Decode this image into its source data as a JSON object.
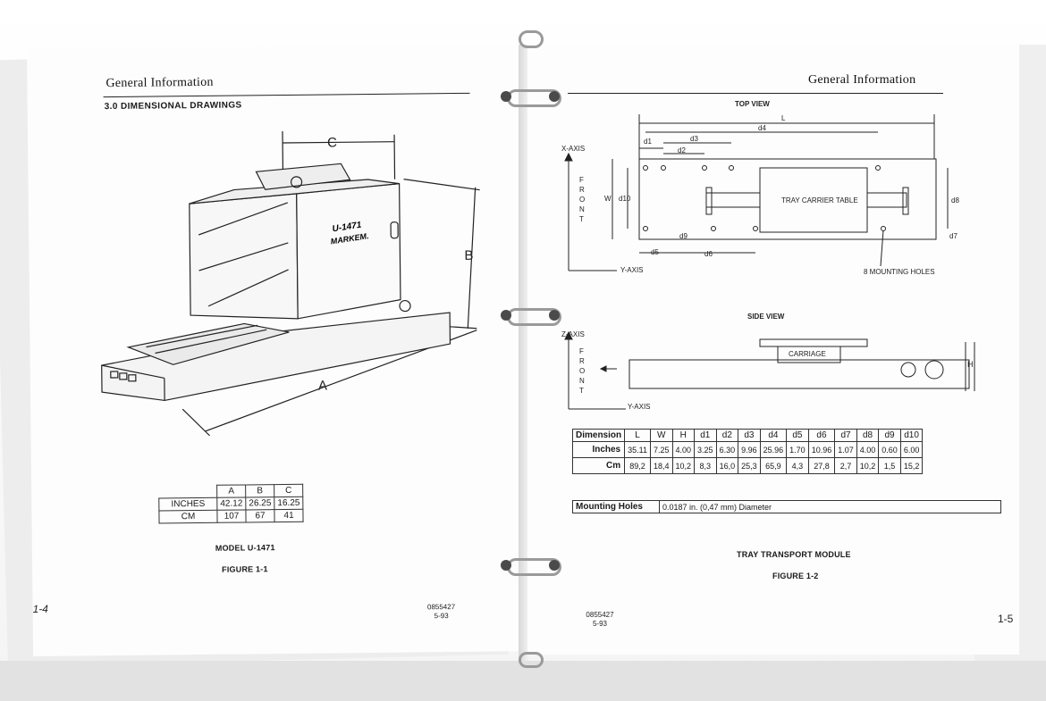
{
  "left_page": {
    "header": "General Information",
    "section": "3.0  DIMENSIONAL DRAWINGS",
    "labels": {
      "c": "C",
      "b": "B",
      "a": "A"
    },
    "machine_text": {
      "model": "U-1471",
      "brand": "MARKEM."
    },
    "table": {
      "columns": [
        "",
        "A",
        "B",
        "C"
      ],
      "rows": [
        [
          "INCHES",
          "42.12",
          "26.25",
          "16.25"
        ],
        [
          "CM",
          "107",
          "67",
          "41"
        ]
      ]
    },
    "model_caption": "MODEL U-1471",
    "figure_caption": "FIGURE 1-1",
    "page_number": "1-4",
    "doc_number": "0855427",
    "doc_date": "5-93"
  },
  "right_page": {
    "header": "General Information",
    "top_view_title": "TOP VIEW",
    "side_view_title": "SIDE VIEW",
    "top_view": {
      "x_axis": "X-AXIS",
      "y_axis": "Y-AXIS",
      "front": [
        "F",
        "R",
        "O",
        "N",
        "T"
      ],
      "dims": {
        "L": "L",
        "W": "W",
        "d1": "d1",
        "d2": "d2",
        "d3": "d3",
        "d4": "d4",
        "d5": "d5",
        "d6": "d6",
        "d7": "d7",
        "d8": "d8",
        "d9": "d9",
        "d10": "d10"
      },
      "table_label": "TRAY CARRIER TABLE",
      "holes_label": "8 MOUNTING HOLES"
    },
    "side_view": {
      "z_axis": "Z-AXIS",
      "y_axis": "Y-AXIS",
      "front": [
        "F",
        "R",
        "O",
        "N",
        "T"
      ],
      "carriage": "CARRIAGE",
      "h": "H"
    },
    "dimension_table": {
      "columns": [
        "Dimension",
        "L",
        "W",
        "H",
        "d1",
        "d2",
        "d3",
        "d4",
        "d5",
        "d6",
        "d7",
        "d8",
        "d9",
        "d10"
      ],
      "rows": [
        [
          "Inches",
          "35.11",
          "7.25",
          "4.00",
          "3.25",
          "6.30",
          "9.96",
          "25.96",
          "1.70",
          "10.96",
          "1.07",
          "4.00",
          "0.60",
          "6.00"
        ],
        [
          "Cm",
          "89,2",
          "18,4",
          "10,2",
          "8,3",
          "16,0",
          "25,3",
          "65,9",
          "4,3",
          "27,8",
          "2,7",
          "10,2",
          "1,5",
          "15,2"
        ]
      ]
    },
    "mounting_holes": {
      "label": "Mounting Holes",
      "value": "0.0187 in. (0,47 mm) Diameter"
    },
    "module_caption": "TRAY TRANSPORT MODULE",
    "figure_caption": "FIGURE 1-2",
    "page_number": "1-5",
    "doc_number": "0855427",
    "doc_date": "5-93"
  },
  "colors": {
    "paper": "#fdfdfd",
    "ink": "#1a1a1a",
    "ring": "#9a9a9a",
    "binder": "#4a4a4a"
  }
}
